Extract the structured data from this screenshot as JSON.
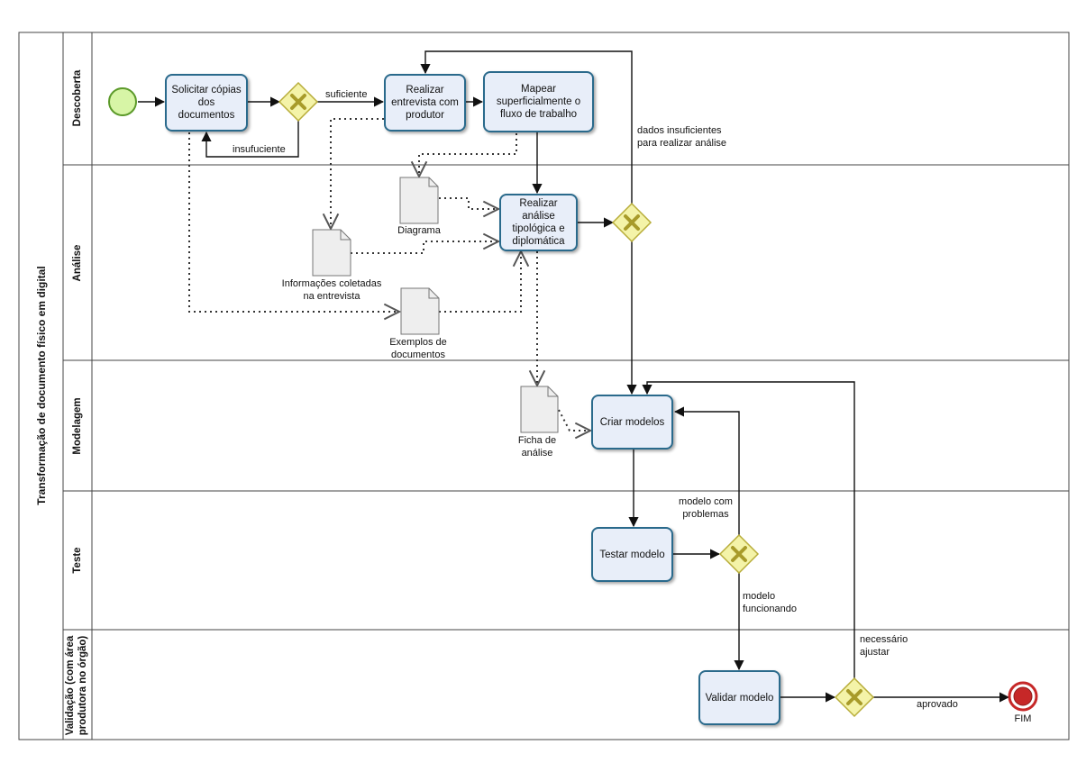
{
  "pool": {
    "title": "Transformação de documento físico em digital"
  },
  "lanes": [
    {
      "id": "descoberta",
      "title": "Descoberta"
    },
    {
      "id": "analise",
      "title": "Análise"
    },
    {
      "id": "modelagem",
      "title": "Modelagem"
    },
    {
      "id": "teste",
      "title": "Teste"
    },
    {
      "id": "validacao",
      "title_line1": "Validação (com área",
      "title_line2": "produtora no órgão)"
    }
  ],
  "tasks": {
    "solicitar": "Solicitar cópias dos documentos",
    "entrevista": "Realizar entrevista com produtor",
    "mapear": "Mapear superficialmente o fluxo de trabalho",
    "analise": "Realizar análise tipológica e diplomática",
    "criar": "Criar modelos",
    "testar": "Testar modelo",
    "validar": "Validar modelo"
  },
  "documents": {
    "diagrama": "Diagrama",
    "informacoes_l1": "Informações coletadas",
    "informacoes_l2": "na entrevista",
    "exemplos_l1": "Exemplos de",
    "exemplos_l2": "documentos",
    "ficha_l1": "Ficha de",
    "ficha_l2": "análise"
  },
  "flow_labels": {
    "suficiente": "suficiente",
    "insuficiente": "insufuciente",
    "dados_l1": "dados insuficientes",
    "dados_l2": "para realizar análise",
    "problemas_l1": "modelo com",
    "problemas_l2": "problemas",
    "funcionando_l1": "modelo",
    "funcionando_l2": "funcionando",
    "ajustar_l1": "necessário",
    "ajustar_l2": "ajustar",
    "aprovado": "aprovado"
  },
  "end_event": {
    "label": "FIM"
  },
  "colors": {
    "task_fill": "#e8eef9",
    "task_border": "#2a6a8c",
    "gateway_fill": "#f4f3a8",
    "gateway_border": "#b8ad3a",
    "gateway_mark": "#a89b2a",
    "start_fill": "#d7f5a6",
    "start_border": "#5c9a2a",
    "end_fill": "#c62828",
    "document_fill": "#eeeeee"
  }
}
